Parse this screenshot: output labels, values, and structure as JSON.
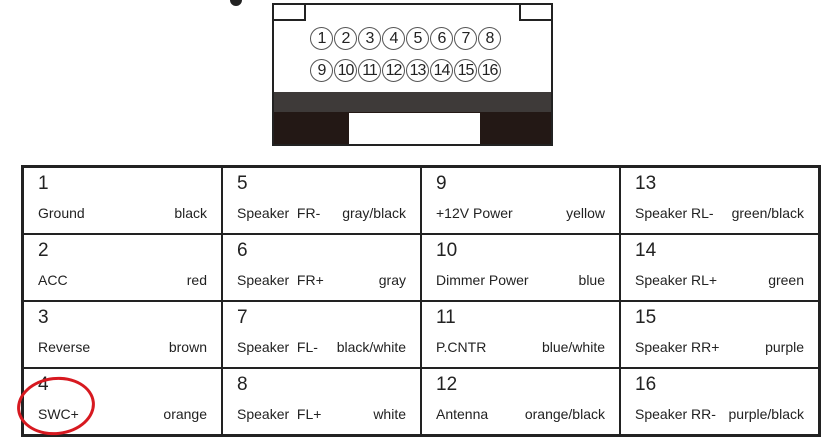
{
  "connector": {
    "row1": [
      "1",
      "2",
      "3",
      "4",
      "5",
      "6",
      "7",
      "8"
    ],
    "row2": [
      "9",
      "10",
      "11",
      "12",
      "13",
      "14",
      "15",
      "16"
    ]
  },
  "pins": [
    {
      "num": "1",
      "function": "Ground",
      "color": "black"
    },
    {
      "num": "2",
      "function": "ACC",
      "color": "red"
    },
    {
      "num": "3",
      "function": "Reverse",
      "color": "brown"
    },
    {
      "num": "4",
      "function": "SWC+",
      "color": "orange"
    },
    {
      "num": "5",
      "function": "Speaker  FR-",
      "color": "gray/black"
    },
    {
      "num": "6",
      "function": "Speaker  FR+",
      "color": "gray"
    },
    {
      "num": "7",
      "function": "Speaker  FL-",
      "color": "black/white"
    },
    {
      "num": "8",
      "function": "Speaker  FL+",
      "color": "white"
    },
    {
      "num": "9",
      "function": "+12V Power",
      "color": "yellow"
    },
    {
      "num": "10",
      "function": "Dimmer Power",
      "color": "blue"
    },
    {
      "num": "11",
      "function": "P.CNTR",
      "color": "blue/white"
    },
    {
      "num": "12",
      "function": "Antenna",
      "color": "orange/black"
    },
    {
      "num": "13",
      "function": "Speaker RL-",
      "color": "green/black"
    },
    {
      "num": "14",
      "function": "Speaker RL+",
      "color": "green"
    },
    {
      "num": "15",
      "function": "Speaker RR+",
      "color": "purple"
    },
    {
      "num": "16",
      "function": "Speaker RR-",
      "color": "purple/black"
    }
  ],
  "highlight_color": "#d71920"
}
